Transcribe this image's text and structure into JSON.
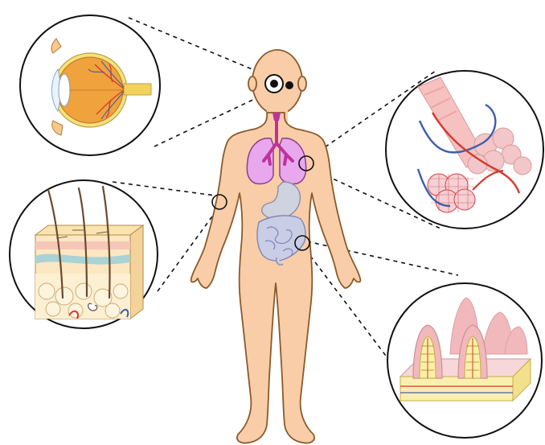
{
  "diagram": {
    "subject": "human-body-organ-callouts",
    "callouts": [
      {
        "id": "eye",
        "icon": "eye-cross-section-icon"
      },
      {
        "id": "skin",
        "icon": "skin-cross-section-icon"
      },
      {
        "id": "alveoli",
        "icon": "alveoli-icon"
      },
      {
        "id": "intestinal-villi",
        "icon": "villi-icon"
      }
    ],
    "colors": {
      "skin_tone": "#f8cda8",
      "outline": "#8a5a2b",
      "lungs": "#e9a7ee",
      "trachea": "#c0309a",
      "stomach": "#cfd3df",
      "intestine": "#c9cde6",
      "eye_orange": "#f0a23c",
      "vessel_red": "#d23a2c",
      "vessel_blue": "#3c5fa8",
      "villi_pink": "#f2b9bd",
      "callout_line": "#111111"
    }
  }
}
